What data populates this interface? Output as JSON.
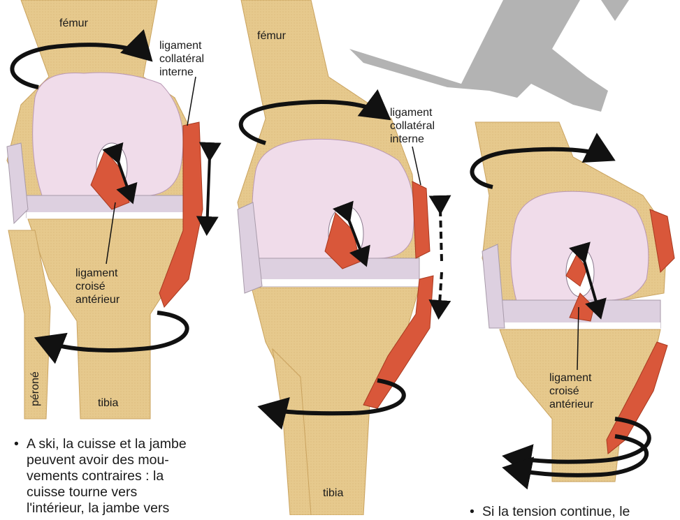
{
  "labels": {
    "femur_1": "fémur",
    "femur_2": "fémur",
    "lig_collateral_1": [
      "ligament",
      "collatéral",
      "interne"
    ],
    "lig_collateral_2": [
      "ligament",
      "collatéral",
      "interne"
    ],
    "lig_croise_1": [
      "ligament",
      "croisé",
      "antérieur"
    ],
    "lig_croise_3": [
      "ligament",
      "croisé",
      "antérieur"
    ],
    "perone": "péroné",
    "tibia_1": "tibia",
    "tibia_2": "tibia"
  },
  "captions": {
    "left_bullet": "•",
    "left_lines": [
      "A ski, la cuisse et la jambe",
      "peuvent avoir des mou-",
      "vements contraires : la",
      "cuisse tourne vers",
      "l'intérieur, la jambe vers"
    ],
    "right_bullet": "•",
    "right_lines": [
      "Si la tension continue, le"
    ]
  },
  "colors": {
    "bone": "#e6c98d",
    "bone_dark": "#c9a25e",
    "cartilage": "#f0dcea",
    "meniscus": "#ddd0e0",
    "ligament": "#d9573a",
    "arrow": "#111111",
    "skier": "#b3b3b3"
  },
  "icons": [
    "rotation-arrow-icon",
    "double-headed-arrow-icon",
    "skier-silhouette-icon"
  ]
}
